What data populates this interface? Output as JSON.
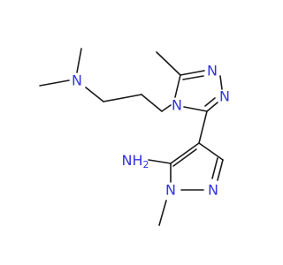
{
  "molecule": {
    "labels": {
      "n_amine": "N",
      "n4_triazole": "N",
      "n2_triazole": "N",
      "n1_triazole": "N",
      "nh2": "NH",
      "nh2_sub": "2",
      "n1_pyrazole": "N",
      "n2_pyrazole": "N"
    },
    "colors": {
      "bond": "#1a1a1a",
      "nitrogen": "#3434e0",
      "background": "#ffffff"
    }
  }
}
